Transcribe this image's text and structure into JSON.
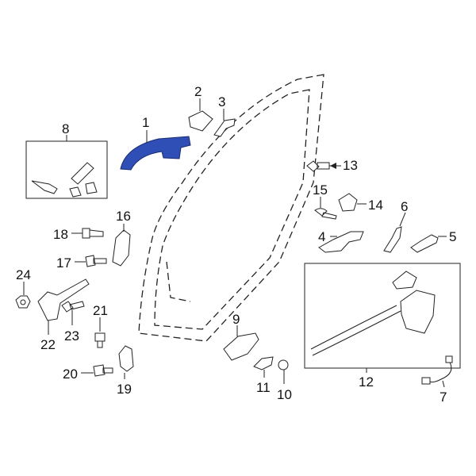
{
  "diagram": {
    "title": "Front Door Handle & Lock Components",
    "highlight_color": "#2f4fb6",
    "callouts": [
      "1",
      "2",
      "3",
      "4",
      "5",
      "6",
      "7",
      "8",
      "9",
      "10",
      "11",
      "12",
      "13",
      "14",
      "15",
      "16",
      "17",
      "18",
      "19",
      "20",
      "21",
      "22",
      "23",
      "24"
    ],
    "highlighted_part": "1"
  }
}
